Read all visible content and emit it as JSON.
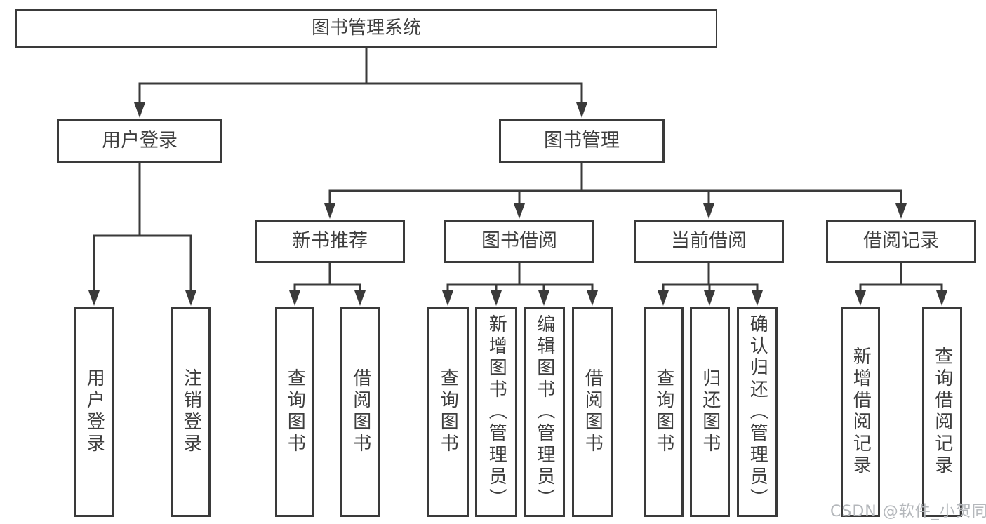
{
  "colors": {
    "line": "#3a3a3a",
    "text": "#3d3d3d",
    "watermark": "#b4b7bb",
    "background": "#ffffff"
  },
  "tree": {
    "label": "图书管理系统",
    "children": [
      {
        "label": "用户登录",
        "children": [
          {
            "label": "用户登录"
          },
          {
            "label": "注销登录"
          }
        ]
      },
      {
        "label": "图书管理",
        "children": [
          {
            "label": "新书推荐",
            "children": [
              {
                "label": "查询图书"
              },
              {
                "label": "借阅图书"
              }
            ]
          },
          {
            "label": "图书借阅",
            "children": [
              {
                "label": "查询图书"
              },
              {
                "label": "新增图书（管理员）"
              },
              {
                "label": "编辑图书（管理员）"
              },
              {
                "label": "借阅图书"
              }
            ]
          },
          {
            "label": "当前借阅",
            "children": [
              {
                "label": "查询图书"
              },
              {
                "label": "归还图书"
              },
              {
                "label": "确认归还（管理员）"
              }
            ]
          },
          {
            "label": "借阅记录",
            "children": [
              {
                "label": "新增借阅记录"
              },
              {
                "label": "查询借阅记录"
              }
            ]
          }
        ]
      }
    ]
  },
  "watermark": "CSDN @软件_小贺同学"
}
